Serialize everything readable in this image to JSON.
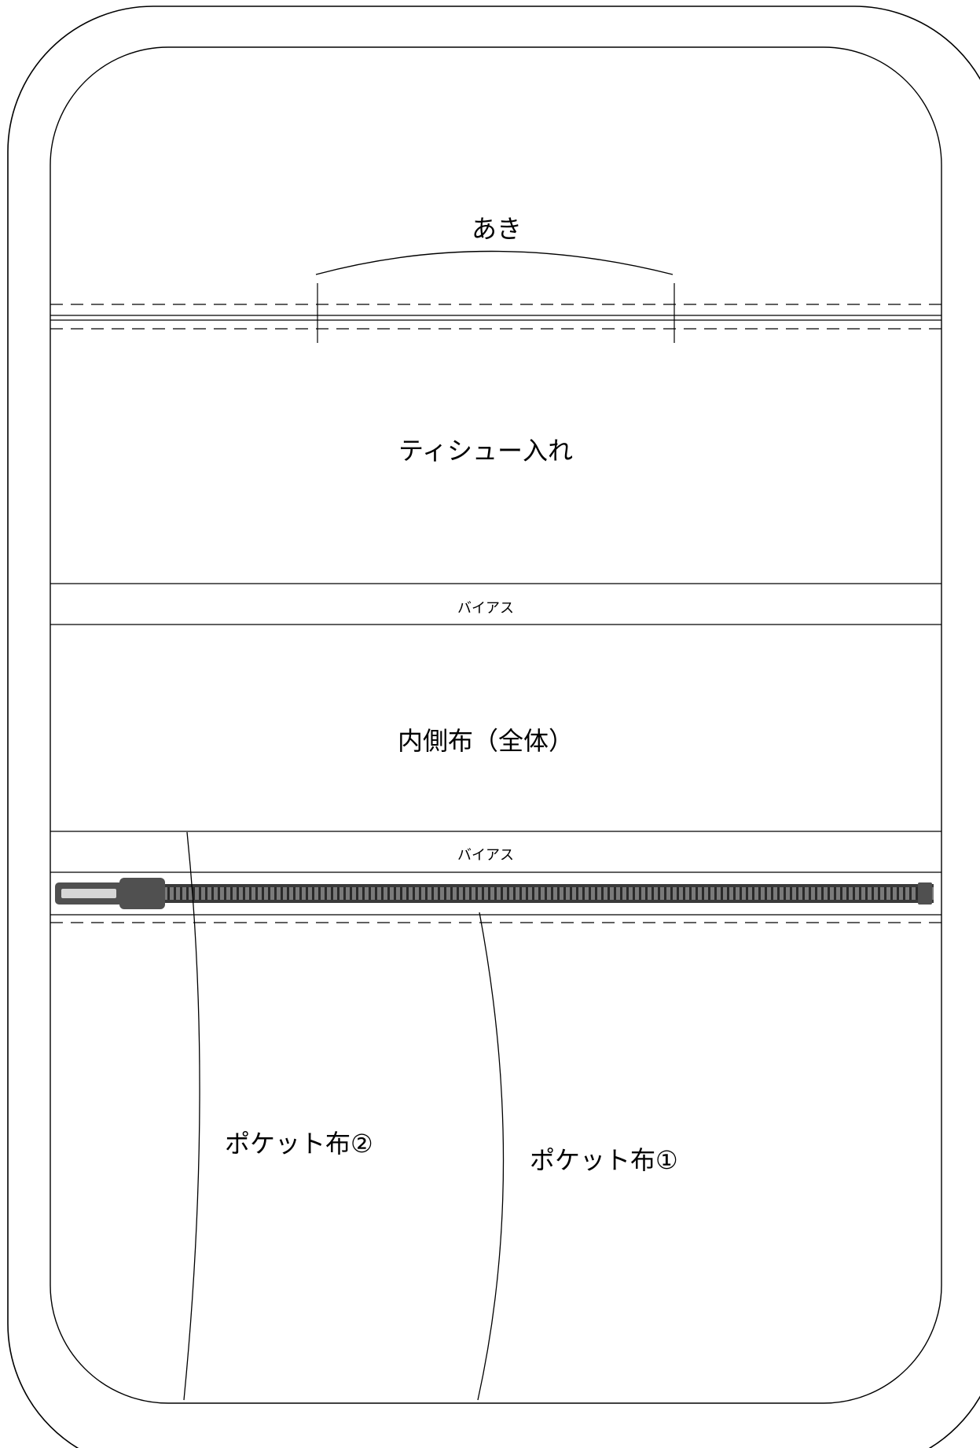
{
  "labels": {
    "opening": "あき",
    "tissue_holder": "ティシュー入れ",
    "bias_top": "バイアス",
    "inner_fabric": "内側布（全体）",
    "bias_bottom": "バイアス",
    "pocket_fabric_2": "ポケット布②",
    "pocket_fabric_1": "ポケット布①"
  },
  "colors": {
    "line": "#000000",
    "zipper_tape": "#3a3a3a",
    "zipper_teeth": "#6e6e6e",
    "zipper_pull": "#505050",
    "background": "#ffffff"
  }
}
